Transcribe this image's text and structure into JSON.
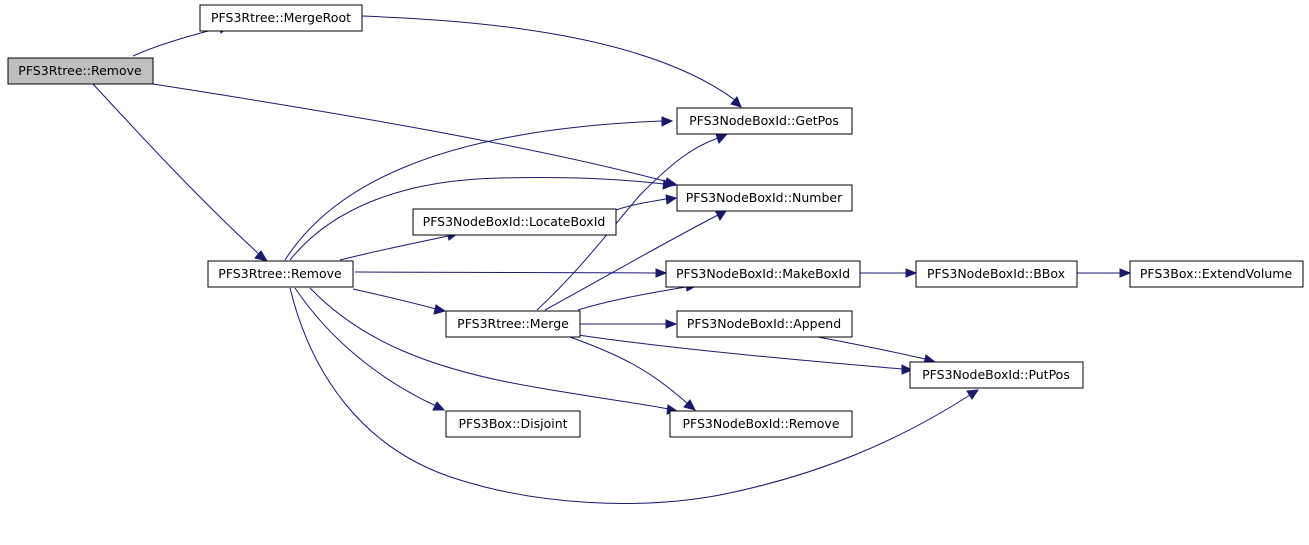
{
  "colors": {
    "root_fill": "#bfbfbf",
    "node_fill": "#ffffff",
    "edge": "#191970",
    "border": "#000000"
  },
  "nodes": {
    "root_remove": {
      "label": "PFS3Rtree::Remove",
      "highlighted": true
    },
    "merge_root": {
      "label": "PFS3Rtree::MergeRoot"
    },
    "get_pos": {
      "label": "PFS3NodeBoxId::GetPos"
    },
    "number": {
      "label": "PFS3NodeBoxId::Number"
    },
    "locate_box_id": {
      "label": "PFS3NodeBoxId::LocateBoxId"
    },
    "remove2": {
      "label": "PFS3Rtree::Remove"
    },
    "make_box_id": {
      "label": "PFS3NodeBoxId::MakeBoxId"
    },
    "bbox": {
      "label": "PFS3NodeBoxId::BBox"
    },
    "extend_volume": {
      "label": "PFS3Box::ExtendVolume"
    },
    "merge": {
      "label": "PFS3Rtree::Merge"
    },
    "append": {
      "label": "PFS3NodeBoxId::Append"
    },
    "put_pos": {
      "label": "PFS3NodeBoxId::PutPos"
    },
    "disjoint": {
      "label": "PFS3Box::Disjoint"
    },
    "nodebox_remove": {
      "label": "PFS3NodeBoxId::Remove"
    }
  },
  "edges": [
    {
      "from": "root_remove",
      "to": "merge_root"
    },
    {
      "from": "root_remove",
      "to": "number"
    },
    {
      "from": "root_remove",
      "to": "remove2"
    },
    {
      "from": "merge_root",
      "to": "get_pos"
    },
    {
      "from": "remove2",
      "to": "get_pos"
    },
    {
      "from": "remove2",
      "to": "number"
    },
    {
      "from": "remove2",
      "to": "locate_box_id"
    },
    {
      "from": "remove2",
      "to": "make_box_id"
    },
    {
      "from": "remove2",
      "to": "merge"
    },
    {
      "from": "remove2",
      "to": "disjoint"
    },
    {
      "from": "remove2",
      "to": "nodebox_remove"
    },
    {
      "from": "remove2",
      "to": "put_pos"
    },
    {
      "from": "locate_box_id",
      "to": "number"
    },
    {
      "from": "make_box_id",
      "to": "bbox"
    },
    {
      "from": "bbox",
      "to": "extend_volume"
    },
    {
      "from": "merge",
      "to": "get_pos"
    },
    {
      "from": "merge",
      "to": "number"
    },
    {
      "from": "merge",
      "to": "make_box_id"
    },
    {
      "from": "merge",
      "to": "append"
    },
    {
      "from": "merge",
      "to": "put_pos"
    },
    {
      "from": "merge",
      "to": "nodebox_remove"
    },
    {
      "from": "append",
      "to": "put_pos"
    }
  ]
}
